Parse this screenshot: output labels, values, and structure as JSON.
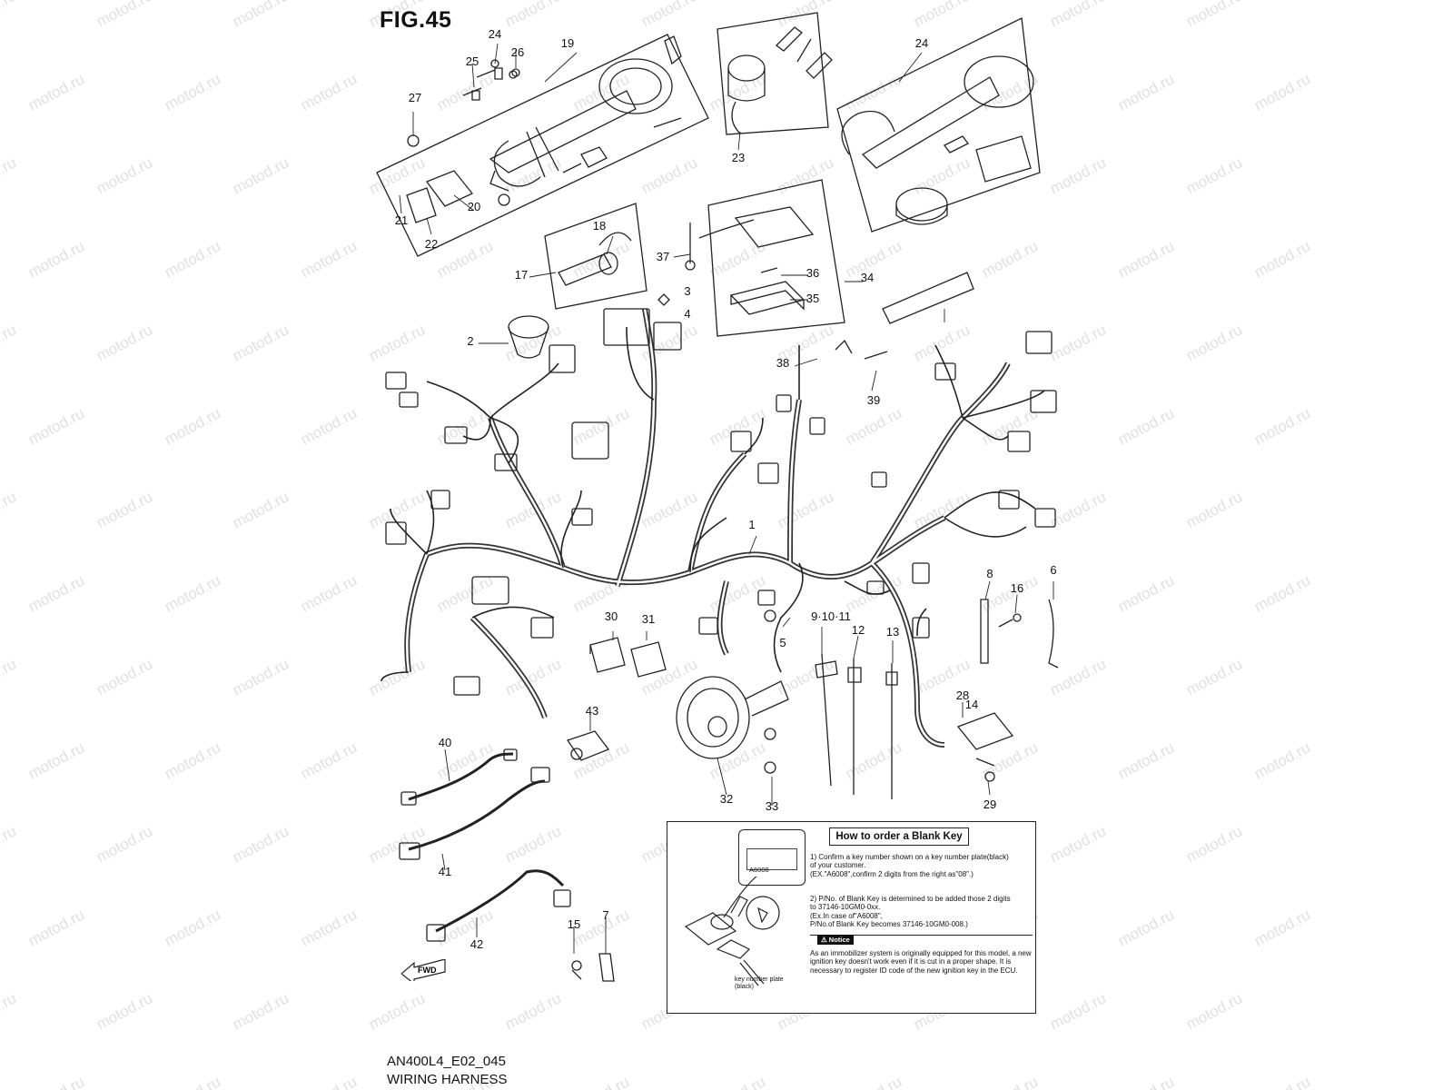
{
  "figure": {
    "title": "FIG.45",
    "code": "AN400L4_E02_045",
    "name": "WIRING HARNESS",
    "watermark": "motod.ru"
  },
  "part_callouts": [
    "1",
    "2",
    "3",
    "4",
    "5",
    "6",
    "7",
    "8",
    "9·10·11",
    "12",
    "13",
    "14",
    "15",
    "16",
    "17",
    "18",
    "19",
    "20",
    "21",
    "22",
    "23",
    "24",
    "24",
    "25",
    "26",
    "27",
    "28",
    "29",
    "30",
    "31",
    "32",
    "33",
    "34",
    "35",
    "36",
    "37",
    "38",
    "39",
    "40",
    "41",
    "42",
    "43"
  ],
  "fwd_label": "FWD",
  "blank_key_box": {
    "title": "How to order a Blank Key",
    "step1": "1) Confirm a key number shown on a key number plate(black)\n of your customer.\n(EX.\"A6008\",confirm 2 digits from the right as\"08\".)",
    "step2": "2) P/No. of Blank Key is determined to be added those 2 digits\n to 37146-10GM0-0xx.\n(Ex.In case of\"A6008\",\nP/No.of Blank Key becomes 37146-10GM0-008.)",
    "notice_label": "⚠ Notice",
    "notice_text": "As an immobilizer system is originally equipped for this model, a new ignition key doesn't work even if it is cut in a proper shape. It is necessary to register ID code of the new ignition key in the ECU.",
    "plate_code": "A6008",
    "plate_caption": "key number plate\n(black)"
  }
}
